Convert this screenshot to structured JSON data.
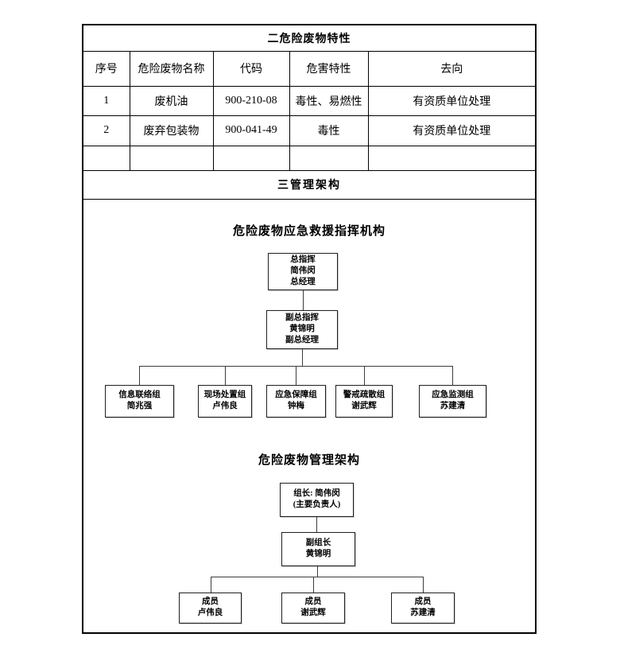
{
  "document": {
    "section_waste": {
      "title": "二危险废物特性",
      "columns": [
        "序号",
        "危险废物名称",
        "代码",
        "危害特性",
        "去向"
      ],
      "rows": [
        [
          "1",
          "废机油",
          "900-210-08",
          "毒性、易燃性",
          "有资质单位处理"
        ],
        [
          "2",
          "废弃包装物",
          "900-041-49",
          "毒性",
          "有资质单位处理"
        ],
        [
          "",
          "",
          "",
          "",
          ""
        ]
      ]
    },
    "section_management": {
      "title": "三管理架构",
      "emergency_chart": {
        "title": "危险废物应急救援指挥机构",
        "commander": "总指挥\n简伟闵\n总经理",
        "deputy_commander": "副总指挥\n黄锦明\n副总经理",
        "teams": [
          "信息联络组\n简兆强",
          "现场处置组\n卢伟良",
          "应急保障组\n钟梅",
          "警戒疏散组\n谢武辉",
          "应急监测组\n苏建清"
        ]
      },
      "management_chart": {
        "title": "危险废物管理架构",
        "leader": "组长: 简伟闵\n(主要负责人)",
        "deputy_leader": "副组长\n黄锦明",
        "members": [
          "成员\n卢伟良",
          "成员\n谢武辉",
          "成员\n苏建清"
        ]
      }
    }
  },
  "colors": {
    "background": "#ffffff",
    "border": "#000000",
    "connector_line": "#3c3c3c",
    "text": "#000000"
  }
}
